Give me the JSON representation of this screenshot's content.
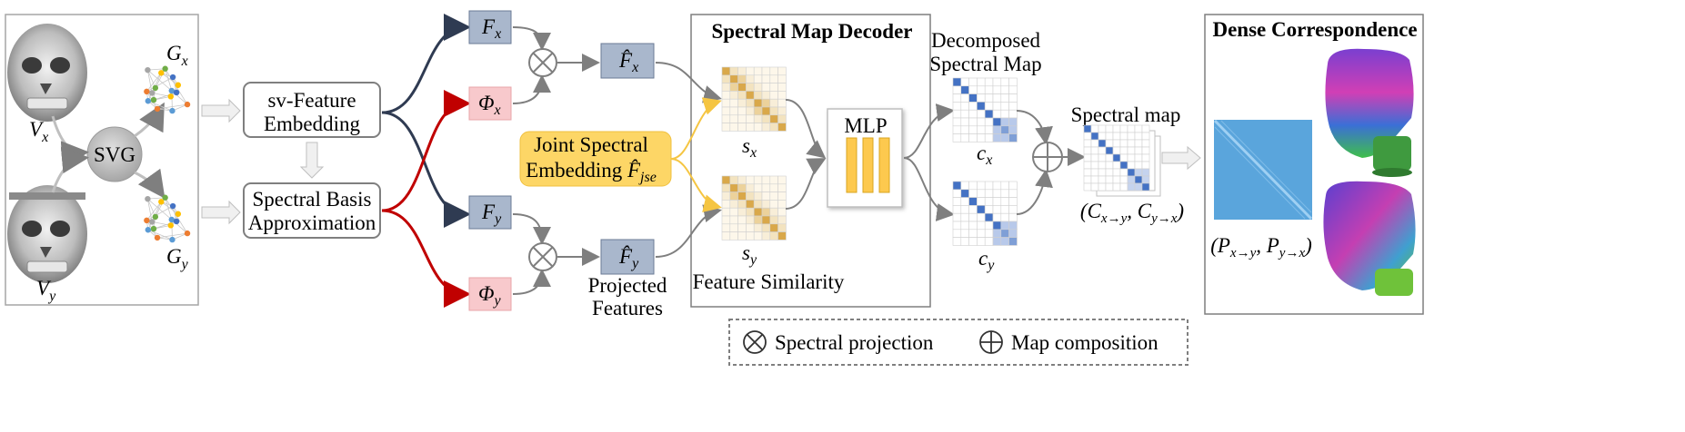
{
  "input": {
    "volume_x": "V",
    "volume_x_sub": "x",
    "volume_y": "V",
    "volume_y_sub": "y",
    "svg": "SVG",
    "graph_x": "G",
    "graph_x_sub": "x",
    "graph_y": "G",
    "graph_y_sub": "y"
  },
  "modules": {
    "sv_feature_line1": "sv-Feature",
    "sv_feature_line2": "Embedding",
    "spectral_basis_line1": "Spectral Basis",
    "spectral_basis_line2": "Approximation"
  },
  "features": {
    "f_x": "F",
    "f_x_sub": "x",
    "phi_x": "Φ",
    "phi_x_sub": "x",
    "f_y": "F",
    "f_y_sub": "y",
    "phi_y": "Φ",
    "phi_y_sub": "y",
    "fhat_x": "F̂",
    "fhat_x_sub": "x",
    "fhat_y": "F̂",
    "fhat_y_sub": "y",
    "projected_line1": "Projected",
    "projected_line2": "Features"
  },
  "joint": {
    "line1": "Joint Spectral",
    "line2": "Embedding",
    "symbol": "F̂",
    "symbol_sub": "jse"
  },
  "decoder": {
    "title": "Spectral Map Decoder",
    "s_x": "s",
    "s_x_sub": "x",
    "s_y": "s",
    "s_y_sub": "y",
    "feature_similarity": "Feature Similarity",
    "mlp": "MLP"
  },
  "decomposed": {
    "line1": "Decomposed",
    "line2": "Spectral Map",
    "c_x": "c",
    "c_x_sub": "x",
    "c_y": "c",
    "c_y_sub": "y"
  },
  "spectral_map": {
    "title": "Spectral map",
    "label_open": "(C",
    "sub1": "x→y",
    "label_mid": ", C",
    "sub2": "y→x",
    "label_close": ")"
  },
  "dense": {
    "title": "Dense Correspondence",
    "label_open": "(P",
    "sub1": "x→y",
    "label_mid": ", P",
    "sub2": "y→x",
    "label_close": ")"
  },
  "legend": {
    "projection": "Spectral projection",
    "composition": "Map composition"
  },
  "colors": {
    "feature_box": "#a9b7cc",
    "eigen_box": "#f8c9cc",
    "joint_box": "#fdd666",
    "dark_arrow": "#2f3b52",
    "red_arrow": "#c00000",
    "yellow_arrow": "#f5c542",
    "gray_arrow": "#7f7f7f",
    "similarity_cell": "#d9a84a",
    "map_cell": "#4472c4"
  }
}
